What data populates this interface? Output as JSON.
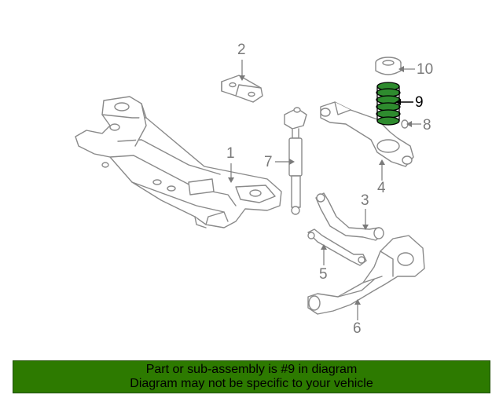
{
  "callouts": [
    {
      "id": "1",
      "label": "1"
    },
    {
      "id": "2",
      "label": "2"
    },
    {
      "id": "3",
      "label": "3"
    },
    {
      "id": "4",
      "label": "4"
    },
    {
      "id": "5",
      "label": "5"
    },
    {
      "id": "6",
      "label": "6"
    },
    {
      "id": "7",
      "label": "7"
    },
    {
      "id": "8",
      "label": "8"
    },
    {
      "id": "9",
      "label": "9"
    },
    {
      "id": "10",
      "label": "10"
    }
  ],
  "highlighted_part": "9",
  "banner": {
    "line1": "Part or sub-assembly is #9 in diagram",
    "line2": "Diagram may not be specific to your vehicle"
  },
  "colors": {
    "outline": "#8a8a8a",
    "callout_text": "#7a7a7a",
    "highlight_fill": "#2e8b2e",
    "highlight_stroke": "#000000",
    "banner_bg": "#2d7a00",
    "banner_text": "#000000",
    "background": "#ffffff"
  }
}
